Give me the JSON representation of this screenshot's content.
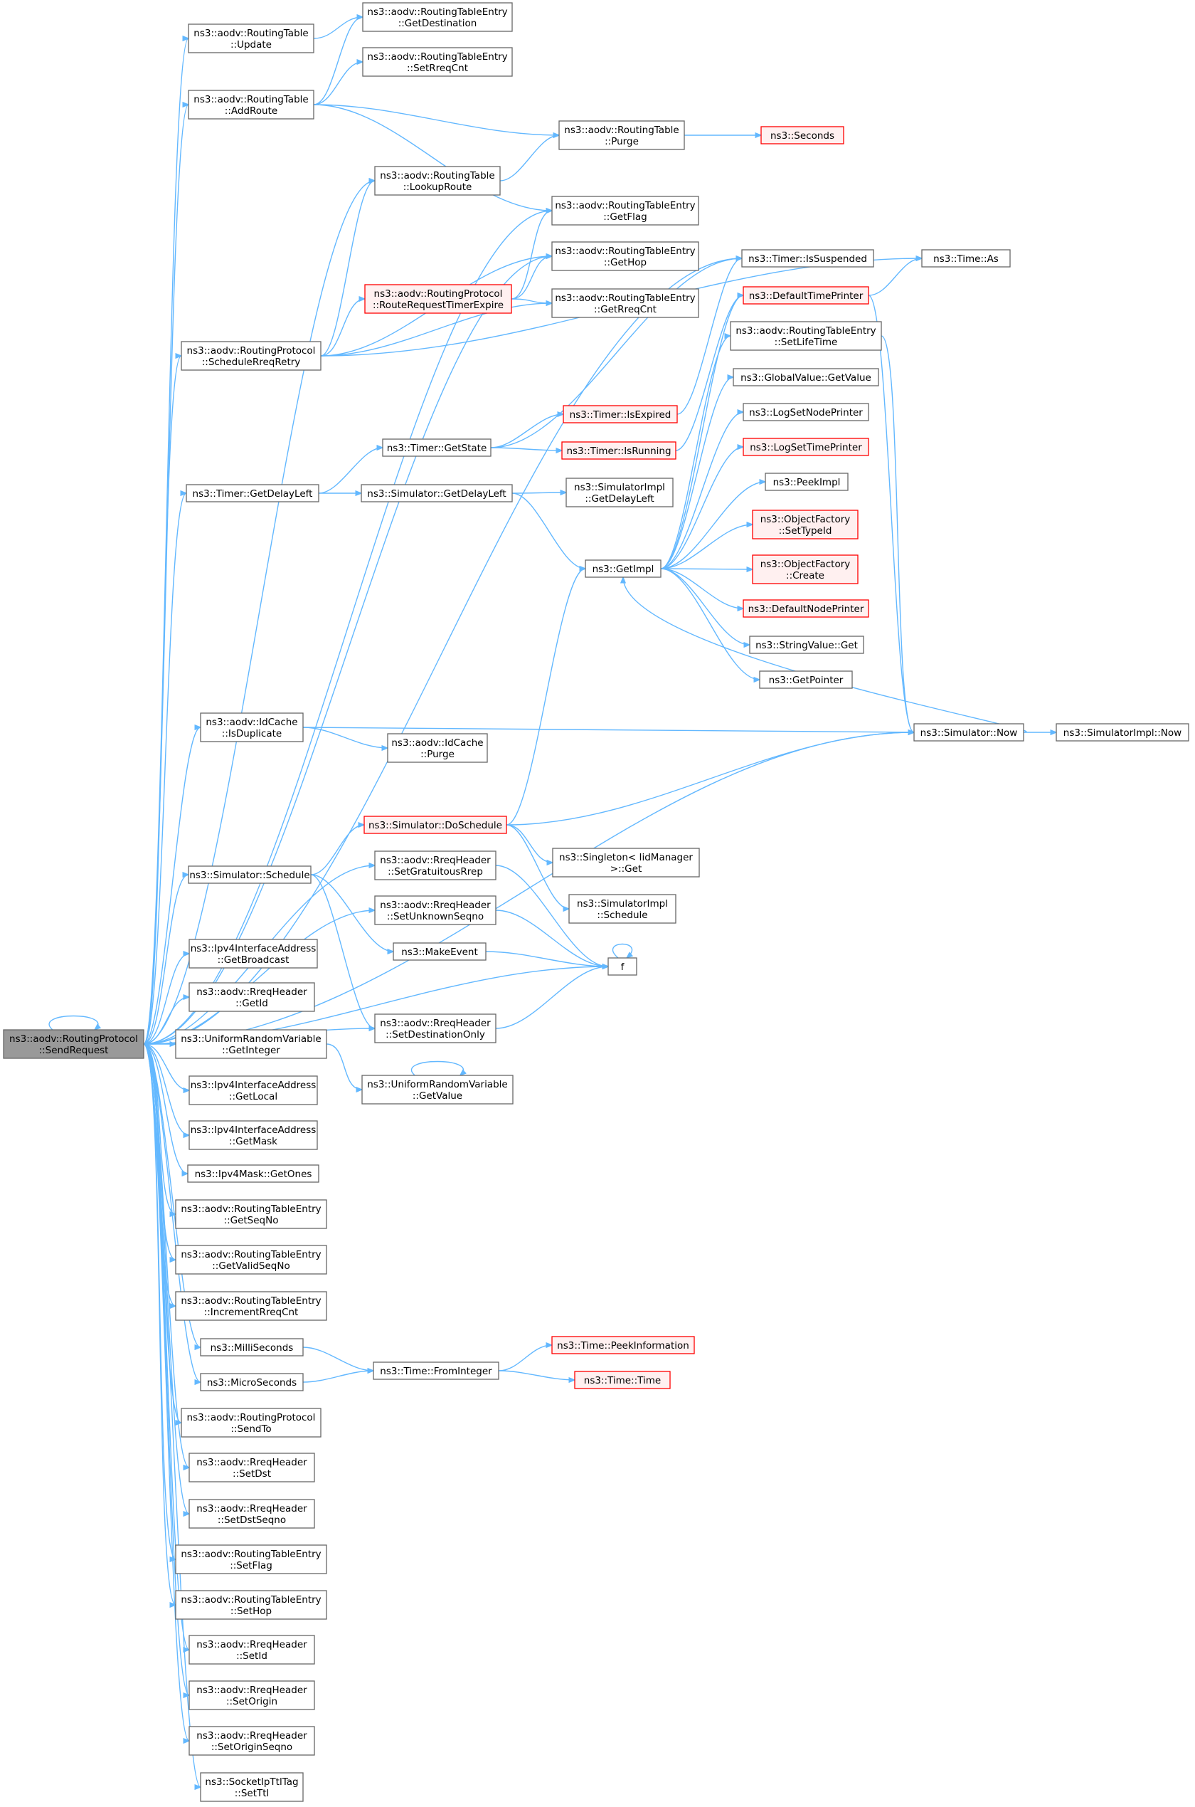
{
  "colors": {
    "node_border": "#666666",
    "node_fill": "#ffffff",
    "truncated_border": "#ff0000",
    "truncated_fill": "#fff0f0",
    "focus_fill": "#999999",
    "focus_border": "#666666",
    "edge": "#63b8ff"
  },
  "graph": {
    "nodes": [
      {
        "id": "send_request",
        "lines": [
          "ns3::aodv::RoutingProtocol",
          "::SendRequest"
        ],
        "style": "focus"
      },
      {
        "id": "rt_update",
        "lines": [
          "ns3::aodv::RoutingTable",
          "::Update"
        ],
        "style": "normal"
      },
      {
        "id": "rte_getdest",
        "lines": [
          "ns3::aodv::RoutingTableEntry",
          "::GetDestination"
        ],
        "style": "normal"
      },
      {
        "id": "rte_setrreqcnt",
        "lines": [
          "ns3::aodv::RoutingTableEntry",
          "::SetRreqCnt"
        ],
        "style": "normal"
      },
      {
        "id": "rt_addroute",
        "lines": [
          "ns3::aodv::RoutingTable",
          "::AddRoute"
        ],
        "style": "normal"
      },
      {
        "id": "rt_purge",
        "lines": [
          "ns3::aodv::RoutingTable",
          "::Purge"
        ],
        "style": "normal"
      },
      {
        "id": "seconds",
        "lines": [
          "ns3::Seconds"
        ],
        "style": "truncated"
      },
      {
        "id": "rt_lookuproute",
        "lines": [
          "ns3::aodv::RoutingTable",
          "::LookupRoute"
        ],
        "style": "normal"
      },
      {
        "id": "rte_getflag",
        "lines": [
          "ns3::aodv::RoutingTableEntry",
          "::GetFlag"
        ],
        "style": "normal"
      },
      {
        "id": "timer_issuspended",
        "lines": [
          "ns3::Timer::IsSuspended"
        ],
        "style": "normal"
      },
      {
        "id": "time_as",
        "lines": [
          "ns3::Time::As"
        ],
        "style": "normal"
      },
      {
        "id": "rte_gethop",
        "lines": [
          "ns3::aodv::RoutingTableEntry",
          "::GetHop"
        ],
        "style": "normal"
      },
      {
        "id": "rp_rreqtimerexpire",
        "lines": [
          "ns3::aodv::RoutingProtocol",
          "::RouteRequestTimerExpire"
        ],
        "style": "truncated"
      },
      {
        "id": "defaulttimeprinter",
        "lines": [
          "ns3::DefaultTimePrinter"
        ],
        "style": "truncated"
      },
      {
        "id": "rte_getrreqcnt",
        "lines": [
          "ns3::aodv::RoutingTableEntry",
          "::GetRreqCnt"
        ],
        "style": "normal"
      },
      {
        "id": "rte_setlifetime",
        "lines": [
          "ns3::aodv::RoutingTableEntry",
          "::SetLifeTime"
        ],
        "style": "normal"
      },
      {
        "id": "rp_schedulerreqretry",
        "lines": [
          "ns3::aodv::RoutingProtocol",
          "::ScheduleRreqRetry"
        ],
        "style": "normal"
      },
      {
        "id": "globalvalue_getvalue",
        "lines": [
          "ns3::GlobalValue::GetValue"
        ],
        "style": "normal"
      },
      {
        "id": "timer_isexpired",
        "lines": [
          "ns3::Timer::IsExpired"
        ],
        "style": "truncated"
      },
      {
        "id": "logsetnodeprinter",
        "lines": [
          "ns3::LogSetNodePrinter"
        ],
        "style": "normal"
      },
      {
        "id": "timer_getstate",
        "lines": [
          "ns3::Timer::GetState"
        ],
        "style": "normal"
      },
      {
        "id": "timer_isrunning",
        "lines": [
          "ns3::Timer::IsRunning"
        ],
        "style": "truncated"
      },
      {
        "id": "logsettimeprinter",
        "lines": [
          "ns3::LogSetTimePrinter"
        ],
        "style": "truncated"
      },
      {
        "id": "peekimpl",
        "lines": [
          "ns3::PeekImpl"
        ],
        "style": "normal"
      },
      {
        "id": "timer_getdelayleft",
        "lines": [
          "ns3::Timer::GetDelayLeft"
        ],
        "style": "normal"
      },
      {
        "id": "sim_getdelayleft",
        "lines": [
          "ns3::Simulator::GetDelayLeft"
        ],
        "style": "normal"
      },
      {
        "id": "simimpl_getdelayleft",
        "lines": [
          "ns3::SimulatorImpl",
          "::GetDelayLeft"
        ],
        "style": "normal"
      },
      {
        "id": "of_settypeid",
        "lines": [
          "ns3::ObjectFactory",
          "::SetTypeId"
        ],
        "style": "truncated"
      },
      {
        "id": "getimpl",
        "lines": [
          "ns3::GetImpl"
        ],
        "style": "normal"
      },
      {
        "id": "of_create",
        "lines": [
          "ns3::ObjectFactory",
          "::Create"
        ],
        "style": "truncated"
      },
      {
        "id": "defaultnodeprinter",
        "lines": [
          "ns3::DefaultNodePrinter"
        ],
        "style": "truncated"
      },
      {
        "id": "stringvalue_get",
        "lines": [
          "ns3::StringValue::Get"
        ],
        "style": "normal"
      },
      {
        "id": "getpointer",
        "lines": [
          "ns3::GetPointer"
        ],
        "style": "normal"
      },
      {
        "id": "idcache_isduplicate",
        "lines": [
          "ns3::aodv::IdCache",
          "::IsDuplicate"
        ],
        "style": "normal"
      },
      {
        "id": "idcache_purge",
        "lines": [
          "ns3::aodv::IdCache",
          "::Purge"
        ],
        "style": "normal"
      },
      {
        "id": "sim_now",
        "lines": [
          "ns3::Simulator::Now"
        ],
        "style": "normal"
      },
      {
        "id": "simimpl_now",
        "lines": [
          "ns3::SimulatorImpl::Now"
        ],
        "style": "normal"
      },
      {
        "id": "sim_doschedule",
        "lines": [
          "ns3::Simulator::DoSchedule"
        ],
        "style": "truncated"
      },
      {
        "id": "rreq_setgratuitous",
        "lines": [
          "ns3::aodv::RreqHeader",
          "::SetGratuitousRrep"
        ],
        "style": "normal"
      },
      {
        "id": "singleton_get",
        "lines": [
          "ns3::Singleton< IidManager",
          " >::Get"
        ],
        "style": "normal"
      },
      {
        "id": "sim_schedule",
        "lines": [
          "ns3::Simulator::Schedule"
        ],
        "style": "normal"
      },
      {
        "id": "rreq_setunknownseqno",
        "lines": [
          "ns3::aodv::RreqHeader",
          "::SetUnknownSeqno"
        ],
        "style": "normal"
      },
      {
        "id": "simimpl_schedule",
        "lines": [
          "ns3::SimulatorImpl",
          "::Schedule"
        ],
        "style": "normal"
      },
      {
        "id": "makeevent",
        "lines": [
          "ns3::MakeEvent"
        ],
        "style": "normal"
      },
      {
        "id": "f",
        "lines": [
          "f"
        ],
        "style": "normal"
      },
      {
        "id": "ipv4ia_getbroadcast",
        "lines": [
          "ns3::Ipv4InterfaceAddress",
          "::GetBroadcast"
        ],
        "style": "normal"
      },
      {
        "id": "rreq_getid",
        "lines": [
          "ns3::aodv::RreqHeader",
          "::GetId"
        ],
        "style": "normal"
      },
      {
        "id": "rreq_setdestonly",
        "lines": [
          "ns3::aodv::RreqHeader",
          "::SetDestinationOnly"
        ],
        "style": "normal"
      },
      {
        "id": "urv_getinteger",
        "lines": [
          "ns3::UniformRandomVariable",
          "::GetInteger"
        ],
        "style": "normal"
      },
      {
        "id": "urv_getvalue",
        "lines": [
          "ns3::UniformRandomVariable",
          "::GetValue"
        ],
        "style": "normal"
      },
      {
        "id": "ipv4ia_getlocal",
        "lines": [
          "ns3::Ipv4InterfaceAddress",
          "::GetLocal"
        ],
        "style": "normal"
      },
      {
        "id": "ipv4ia_getmask",
        "lines": [
          "ns3::Ipv4InterfaceAddress",
          "::GetMask"
        ],
        "style": "normal"
      },
      {
        "id": "ipv4mask_getones",
        "lines": [
          "ns3::Ipv4Mask::GetOnes"
        ],
        "style": "normal"
      },
      {
        "id": "rte_getseqno",
        "lines": [
          "ns3::aodv::RoutingTableEntry",
          "::GetSeqNo"
        ],
        "style": "normal"
      },
      {
        "id": "rte_getvalidseqno",
        "lines": [
          "ns3::aodv::RoutingTableEntry",
          "::GetValidSeqNo"
        ],
        "style": "normal"
      },
      {
        "id": "rte_incrementrreqcnt",
        "lines": [
          "ns3::aodv::RoutingTableEntry",
          "::IncrementRreqCnt"
        ],
        "style": "normal"
      },
      {
        "id": "milliseconds",
        "lines": [
          "ns3::MilliSeconds"
        ],
        "style": "normal"
      },
      {
        "id": "time_peekinformation",
        "lines": [
          "ns3::Time::PeekInformation"
        ],
        "style": "truncated"
      },
      {
        "id": "time_frominteger",
        "lines": [
          "ns3::Time::FromInteger"
        ],
        "style": "normal"
      },
      {
        "id": "microseconds",
        "lines": [
          "ns3::MicroSeconds"
        ],
        "style": "normal"
      },
      {
        "id": "time_time",
        "lines": [
          "ns3::Time::Time"
        ],
        "style": "truncated"
      },
      {
        "id": "rp_sendto",
        "lines": [
          "ns3::aodv::RoutingProtocol",
          "::SendTo"
        ],
        "style": "normal"
      },
      {
        "id": "rreq_setdst",
        "lines": [
          "ns3::aodv::RreqHeader",
          "::SetDst"
        ],
        "style": "normal"
      },
      {
        "id": "rreq_setdstseqno",
        "lines": [
          "ns3::aodv::RreqHeader",
          "::SetDstSeqno"
        ],
        "style": "normal"
      },
      {
        "id": "rte_setflag",
        "lines": [
          "ns3::aodv::RoutingTableEntry",
          "::SetFlag"
        ],
        "style": "normal"
      },
      {
        "id": "rte_sethop",
        "lines": [
          "ns3::aodv::RoutingTableEntry",
          "::SetHop"
        ],
        "style": "normal"
      },
      {
        "id": "rreq_setid",
        "lines": [
          "ns3::aodv::RreqHeader",
          "::SetId"
        ],
        "style": "normal"
      },
      {
        "id": "rreq_setorigin",
        "lines": [
          "ns3::aodv::RreqHeader",
          "::SetOrigin"
        ],
        "style": "normal"
      },
      {
        "id": "rreq_setoriginseqno",
        "lines": [
          "ns3::aodv::RreqHeader",
          "::SetOriginSeqno"
        ],
        "style": "normal"
      },
      {
        "id": "socketipttltag_setttl",
        "lines": [
          "ns3::SocketIpTtlTag",
          "::SetTtl"
        ],
        "style": "normal"
      }
    ],
    "edges": [
      [
        "send_request",
        "rt_update"
      ],
      [
        "send_request",
        "rt_addroute"
      ],
      [
        "send_request",
        "rt_lookuproute"
      ],
      [
        "send_request",
        "rte_getflag"
      ],
      [
        "send_request",
        "rte_gethop"
      ],
      [
        "send_request",
        "rp_schedulerreqretry"
      ],
      [
        "send_request",
        "timer_getdelayleft"
      ],
      [
        "send_request",
        "timer_issuspended"
      ],
      [
        "send_request",
        "idcache_isduplicate"
      ],
      [
        "send_request",
        "sim_now"
      ],
      [
        "send_request",
        "rreq_setgratuitous"
      ],
      [
        "send_request",
        "sim_schedule"
      ],
      [
        "send_request",
        "rreq_setunknownseqno"
      ],
      [
        "send_request",
        "f"
      ],
      [
        "send_request",
        "ipv4ia_getbroadcast"
      ],
      [
        "send_request",
        "rreq_getid"
      ],
      [
        "send_request",
        "rreq_setdestonly"
      ],
      [
        "send_request",
        "urv_getinteger"
      ],
      [
        "send_request",
        "ipv4ia_getlocal"
      ],
      [
        "send_request",
        "ipv4ia_getmask"
      ],
      [
        "send_request",
        "ipv4mask_getones"
      ],
      [
        "send_request",
        "rte_getseqno"
      ],
      [
        "send_request",
        "rte_getvalidseqno"
      ],
      [
        "send_request",
        "rte_incrementrreqcnt"
      ],
      [
        "send_request",
        "milliseconds"
      ],
      [
        "send_request",
        "microseconds"
      ],
      [
        "send_request",
        "rp_sendto"
      ],
      [
        "send_request",
        "rreq_setdst"
      ],
      [
        "send_request",
        "rreq_setdstseqno"
      ],
      [
        "send_request",
        "rte_setflag"
      ],
      [
        "send_request",
        "rte_sethop"
      ],
      [
        "send_request",
        "rreq_setid"
      ],
      [
        "send_request",
        "rreq_setorigin"
      ],
      [
        "send_request",
        "rreq_setoriginseqno"
      ],
      [
        "send_request",
        "socketipttltag_setttl"
      ],
      [
        "send_request",
        "send_request"
      ],
      [
        "rt_update",
        "rte_getdest"
      ],
      [
        "rt_addroute",
        "rte_getdest"
      ],
      [
        "rt_addroute",
        "rte_setrreqcnt"
      ],
      [
        "rt_addroute",
        "rt_purge"
      ],
      [
        "rt_addroute",
        "rte_getflag"
      ],
      [
        "rt_purge",
        "seconds"
      ],
      [
        "rt_lookuproute",
        "rt_purge"
      ],
      [
        "rp_rreqtimerexpire",
        "rte_getflag"
      ],
      [
        "rp_rreqtimerexpire",
        "rte_gethop"
      ],
      [
        "rp_rreqtimerexpire",
        "rte_getrreqcnt"
      ],
      [
        "rp_schedulerreqretry",
        "rt_lookuproute"
      ],
      [
        "rp_schedulerreqretry",
        "rp_rreqtimerexpire"
      ],
      [
        "rp_schedulerreqretry",
        "rte_gethop"
      ],
      [
        "rp_schedulerreqretry",
        "rte_getrreqcnt"
      ],
      [
        "rp_schedulerreqretry",
        "time_as"
      ],
      [
        "defaulttimeprinter",
        "time_as"
      ],
      [
        "defaulttimeprinter",
        "sim_now"
      ],
      [
        "rte_setlifetime",
        "sim_now"
      ],
      [
        "timer_isexpired",
        "timer_issuspended"
      ],
      [
        "timer_getdelayleft",
        "timer_getstate"
      ],
      [
        "timer_getdelayleft",
        "sim_getdelayleft"
      ],
      [
        "timer_getstate",
        "timer_issuspended"
      ],
      [
        "timer_getstate",
        "timer_isexpired"
      ],
      [
        "timer_getstate",
        "timer_isrunning"
      ],
      [
        "timer_isrunning",
        "defaulttimeprinter"
      ],
      [
        "sim_getdelayleft",
        "simimpl_getdelayleft"
      ],
      [
        "sim_getdelayleft",
        "getimpl"
      ],
      [
        "getimpl",
        "defaulttimeprinter"
      ],
      [
        "getimpl",
        "rte_setlifetime"
      ],
      [
        "getimpl",
        "globalvalue_getvalue"
      ],
      [
        "getimpl",
        "logsetnodeprinter"
      ],
      [
        "getimpl",
        "logsettimeprinter"
      ],
      [
        "getimpl",
        "peekimpl"
      ],
      [
        "getimpl",
        "of_settypeid"
      ],
      [
        "getimpl",
        "of_create"
      ],
      [
        "getimpl",
        "defaultnodeprinter"
      ],
      [
        "getimpl",
        "stringvalue_get"
      ],
      [
        "getimpl",
        "getpointer"
      ],
      [
        "sim_now",
        "getimpl"
      ],
      [
        "sim_now",
        "simimpl_now"
      ],
      [
        "idcache_isduplicate",
        "sim_now"
      ],
      [
        "idcache_isduplicate",
        "idcache_purge"
      ],
      [
        "sim_doschedule",
        "getimpl"
      ],
      [
        "sim_doschedule",
        "sim_now"
      ],
      [
        "sim_doschedule",
        "singleton_get"
      ],
      [
        "sim_doschedule",
        "simimpl_schedule"
      ],
      [
        "sim_schedule",
        "sim_doschedule"
      ],
      [
        "sim_schedule",
        "makeevent"
      ],
      [
        "sim_schedule",
        "rreq_setdestonly"
      ],
      [
        "rreq_setgratuitous",
        "f"
      ],
      [
        "rreq_setunknownseqno",
        "f"
      ],
      [
        "makeevent",
        "f"
      ],
      [
        "rreq_setdestonly",
        "f"
      ],
      [
        "f",
        "f"
      ],
      [
        "urv_getinteger",
        "urv_getvalue"
      ],
      [
        "urv_getvalue",
        "urv_getvalue"
      ],
      [
        "milliseconds",
        "time_frominteger"
      ],
      [
        "microseconds",
        "time_frominteger"
      ],
      [
        "time_frominteger",
        "time_peekinformation"
      ],
      [
        "time_frominteger",
        "time_time"
      ]
    ]
  }
}
